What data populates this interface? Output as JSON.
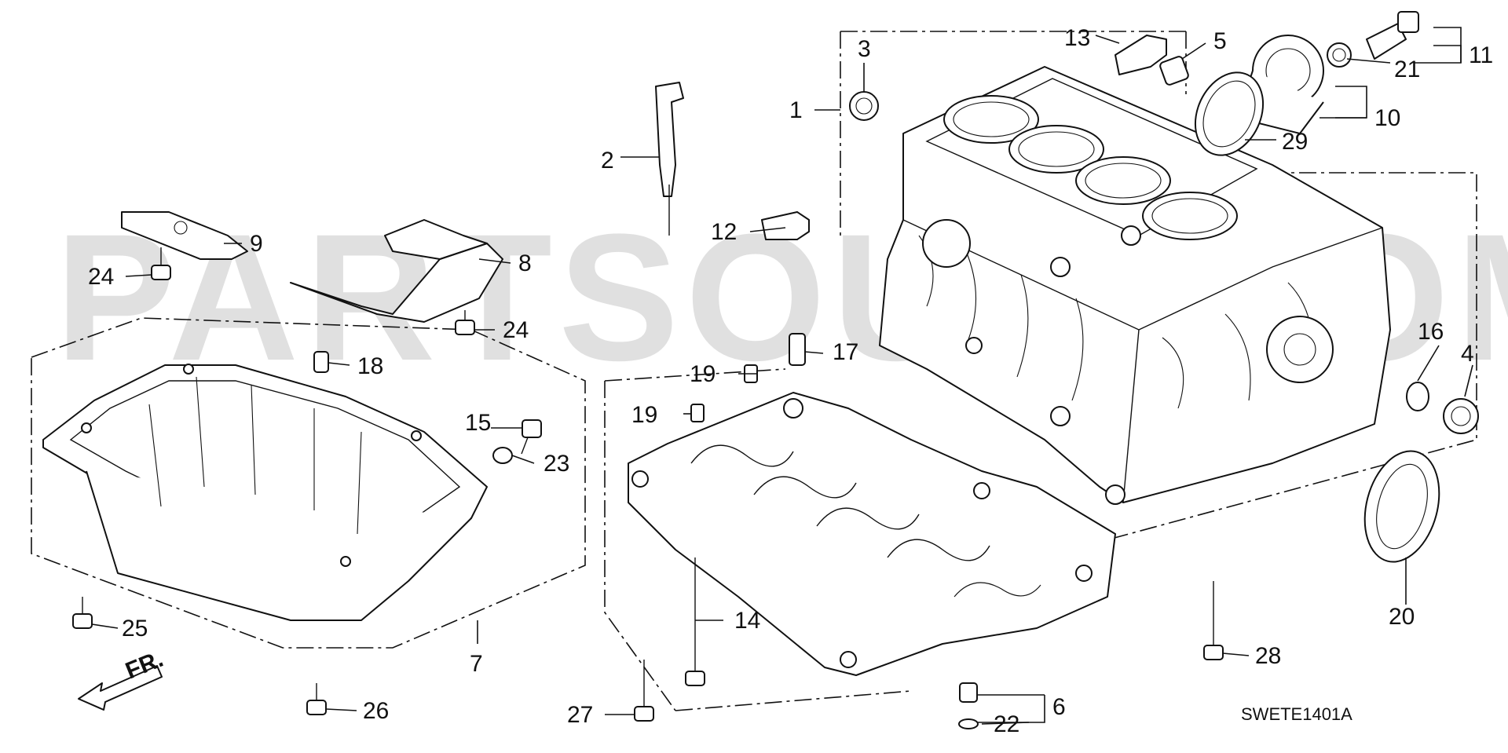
{
  "watermark": "PARTSOUQ.COM",
  "diagram_code": "SWETE1401A",
  "direction_label": "FR.",
  "callouts": [
    "1",
    "2",
    "3",
    "4",
    "5",
    "6",
    "7",
    "8",
    "9",
    "10",
    "11",
    "12",
    "13",
    "14",
    "15",
    "16",
    "17",
    "18",
    "19",
    "19",
    "20",
    "21",
    "22",
    "23",
    "24",
    "24",
    "25",
    "26",
    "27",
    "28",
    "29"
  ]
}
